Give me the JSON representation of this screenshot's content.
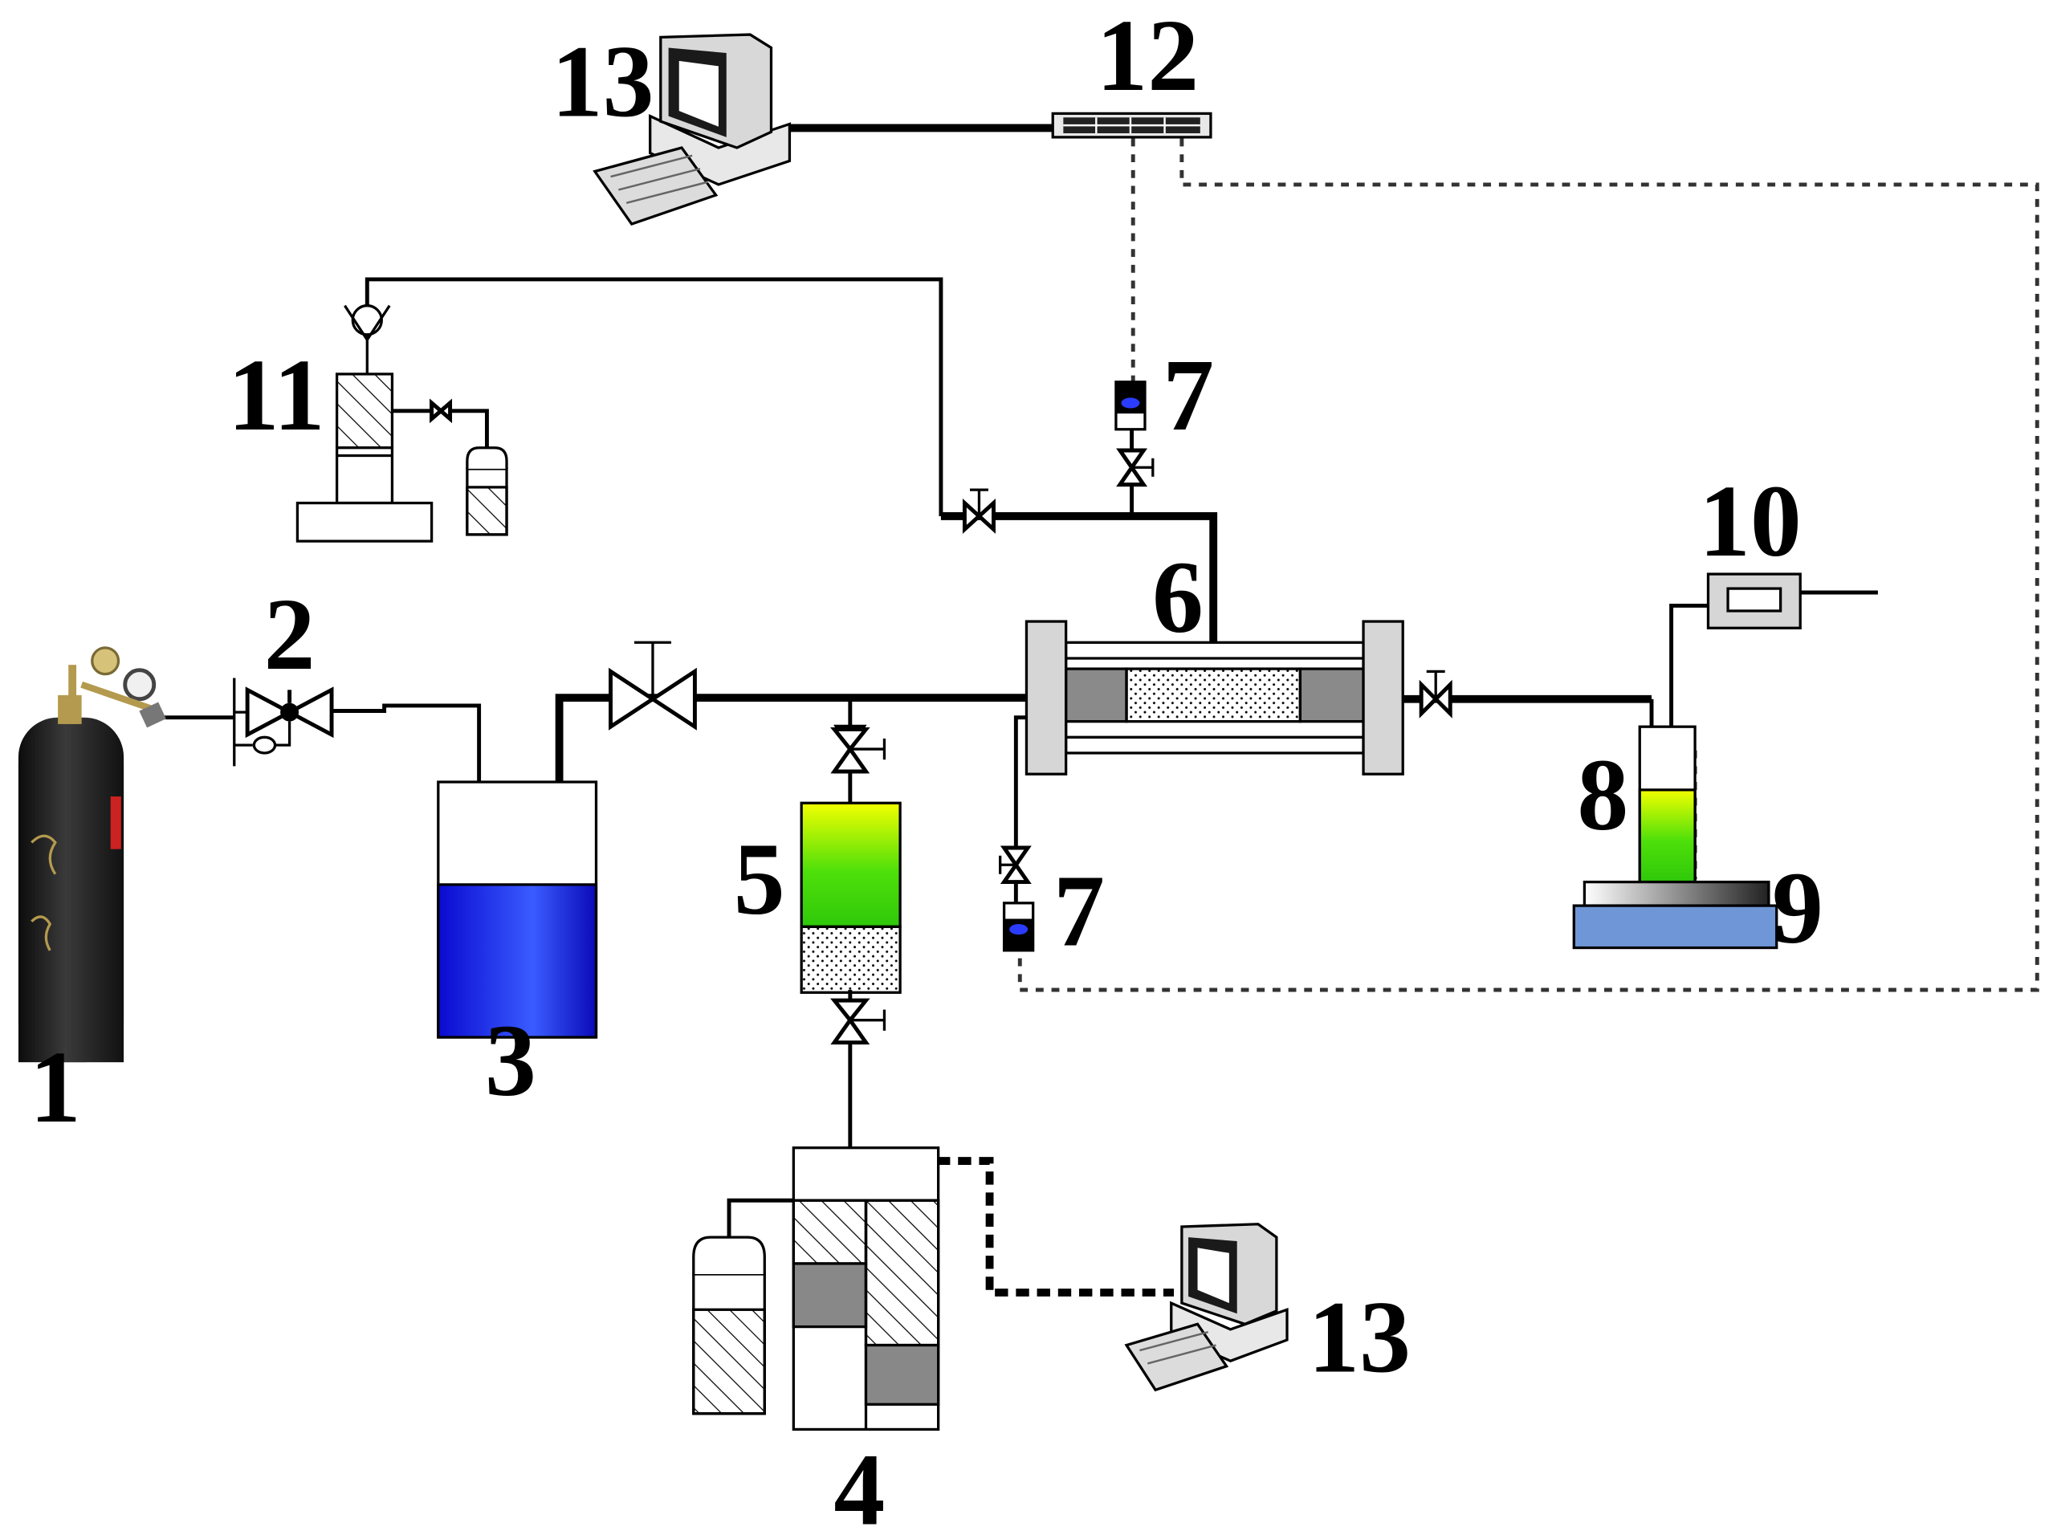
{
  "labels": {
    "cylinder": "1",
    "regulator_valve": "2",
    "intermediate_container": "3",
    "pump_bottom": "4",
    "piston_container": "5",
    "core_holder": "6",
    "pressure_sensor": "7",
    "collector": "8",
    "balance": "9",
    "flow_meter": "10",
    "confining_pump": "11",
    "data_acquisition": "12",
    "computer": "13"
  },
  "colors": {
    "water": "#1414e6",
    "liquid_green": "#4fe00a",
    "liquid_yellow": "#f2ff00",
    "balance_base": "#6f96d6",
    "core_gray": "#c8c8c8"
  }
}
